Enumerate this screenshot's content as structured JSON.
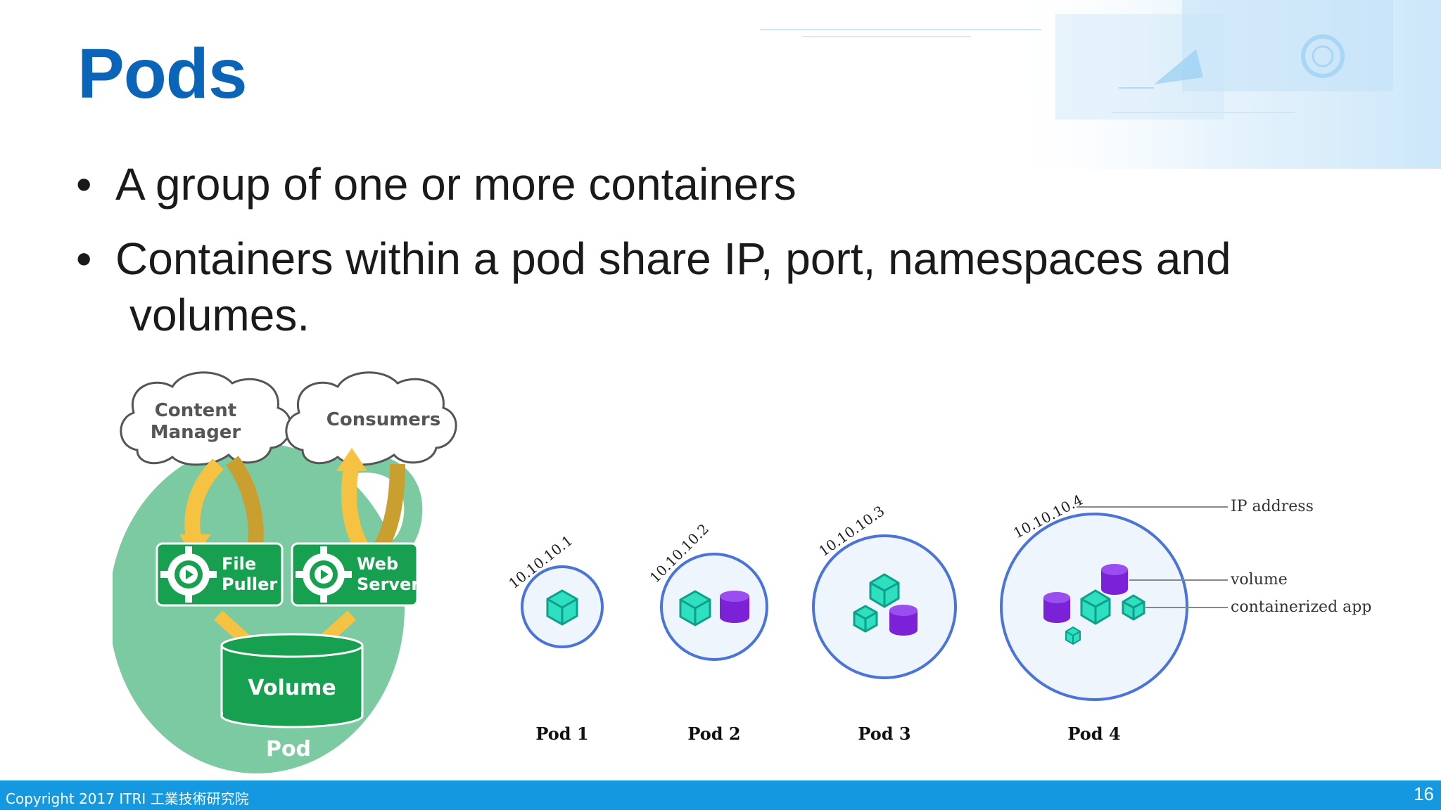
{
  "slide": {
    "title": "Pods",
    "bullets": [
      {
        "text": "A group of one or more containers",
        "cont": ""
      },
      {
        "text": "Containers within a pod share IP, port, namespaces and",
        "cont": "volumes."
      }
    ]
  },
  "left_diagram": {
    "cloud_content_manager_line1": "Content",
    "cloud_content_manager_line2": "Manager",
    "cloud_consumers": "Consumers",
    "file_puller_line1": "File",
    "file_puller_line2": "Puller",
    "web_server_line1": "Web",
    "web_server_line2": "Server",
    "volume": "Volume",
    "pod": "Pod"
  },
  "right_diagram": {
    "pods": [
      {
        "label": "Pod 1",
        "ip": "10.10.10.1"
      },
      {
        "label": "Pod 2",
        "ip": "10.10.10.2"
      },
      {
        "label": "Pod 3",
        "ip": "10.10.10.3"
      },
      {
        "label": "Pod 4",
        "ip": "10.10.10.4"
      }
    ],
    "legend": {
      "ip_address": "IP address",
      "volume": "volume",
      "containerized_app": "containerized app"
    }
  },
  "footer": {
    "copyright": "Copyright 2017  ITRI 工業技術研究院",
    "page_number": "16"
  },
  "colors": {
    "title_blue": "#0a64b8",
    "pod_green": "#7ccaa1",
    "container_green": "#16a050",
    "arrow_yellow": "#f5c242",
    "arrow_gold": "#c9a030",
    "pod_circle_blue": "#4a74d8",
    "app_teal": "#2ee0c0",
    "volume_purple": "#7b22d8",
    "footer_blue": "#1499e0"
  }
}
